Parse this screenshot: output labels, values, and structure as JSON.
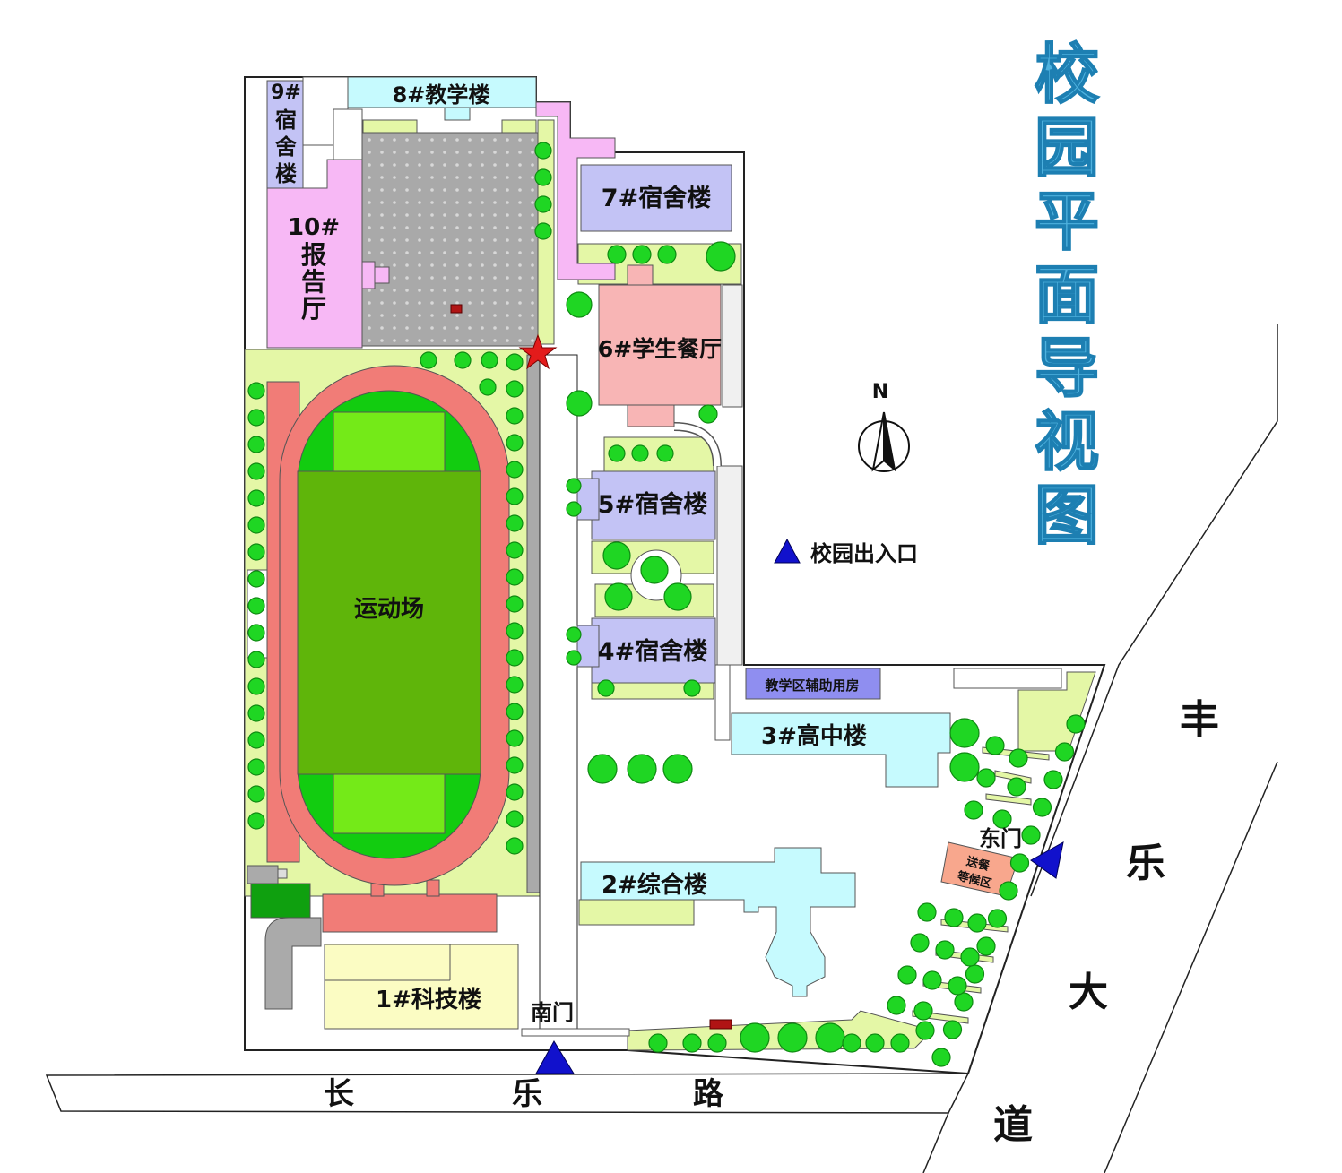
{
  "title": "校园平面导视图",
  "north_label": "N",
  "legend": {
    "entrance": "校园出入口"
  },
  "colors": {
    "dorm": "#c3c3f5",
    "teaching": "#c6fafe",
    "report_hall": "#f7b8f5",
    "canteen": "#f8b5b5",
    "tech": "#fbfcc3",
    "green": "#e4f7a6",
    "track": "#f17c77",
    "field_inner": "#5fb50a",
    "field_ends": "#12cc10",
    "field_boxes": "#74ea18",
    "plaza": "#a7a7a7",
    "tree": "#1fd623",
    "tree_edge": "#0f8a12",
    "entrance_marker": "#1111cc",
    "star": "#e31b1b"
  },
  "buildings": {
    "b8": "8#教学楼",
    "b9": [
      "9#",
      "宿",
      "舍",
      "楼"
    ],
    "b10": [
      "10#",
      "报",
      "告",
      "厅"
    ],
    "b7": "7#宿舍楼",
    "b6": "6#学生餐厅",
    "b5": "5#宿舍楼",
    "b4": "4#宿舍楼",
    "aux": "教学区辅助用房",
    "b3": "3#高中楼",
    "b2": "2#综合楼",
    "b1": "1#科技楼",
    "field": "运动场",
    "parent_area": [
      "送餐",
      "等候区"
    ]
  },
  "gates": {
    "south": "南门",
    "east": "东门"
  },
  "roads": {
    "changle": [
      "长",
      "乐",
      "路"
    ],
    "fengle": [
      "丰",
      "乐",
      "大",
      "道"
    ]
  }
}
